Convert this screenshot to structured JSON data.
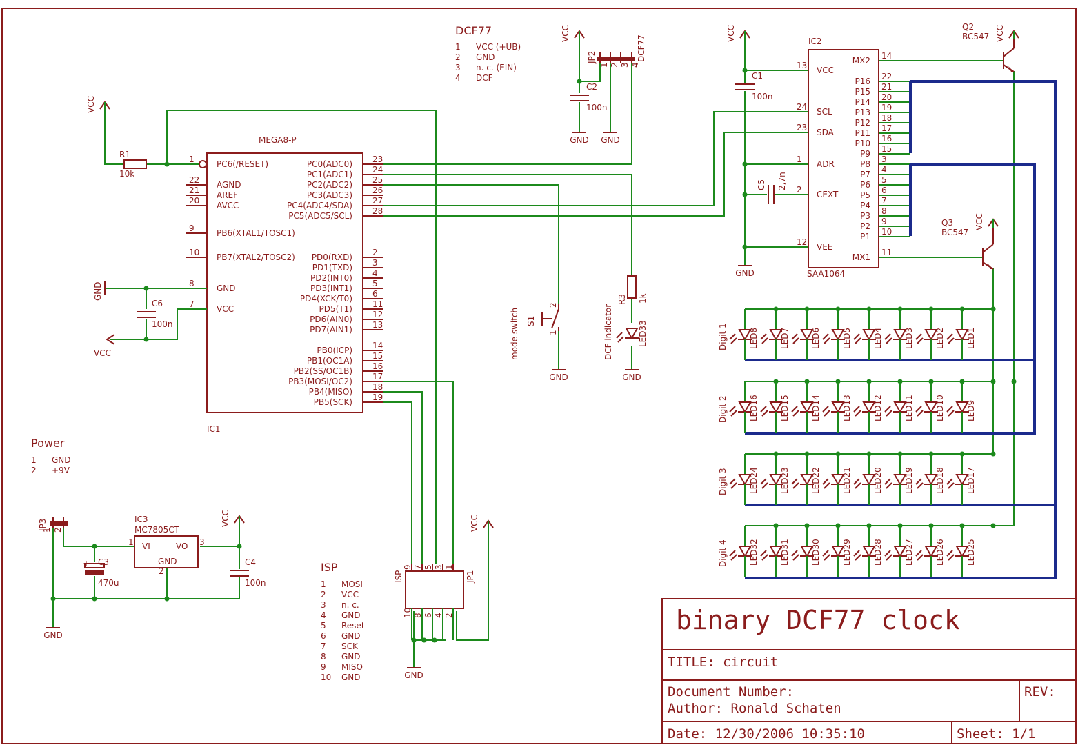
{
  "colors": {
    "wire": "#1c8a1c",
    "symbol": "#8b1c1c",
    "bus": "#1b2a8c"
  },
  "dcf77_legend": {
    "title": "DCF77",
    "items": [
      {
        "num": "1",
        "label": "VCC (+UB)"
      },
      {
        "num": "2",
        "label": "GND"
      },
      {
        "num": "3",
        "label": "n. c. (EIN)"
      },
      {
        "num": "4",
        "label": "DCF"
      }
    ]
  },
  "power_legend": {
    "title": "Power",
    "items": [
      {
        "num": "1",
        "label": "GND"
      },
      {
        "num": "2",
        "label": "+9V"
      }
    ]
  },
  "isp_legend": {
    "title": "ISP",
    "items": [
      {
        "num": "1",
        "label": "MOSI"
      },
      {
        "num": "2",
        "label": "VCC"
      },
      {
        "num": "3",
        "label": "n. c."
      },
      {
        "num": "4",
        "label": "GND"
      },
      {
        "num": "5",
        "label": "Reset"
      },
      {
        "num": "6",
        "label": "GND"
      },
      {
        "num": "7",
        "label": "SCK"
      },
      {
        "num": "8",
        "label": "GND"
      },
      {
        "num": "9",
        "label": "MISO"
      },
      {
        "num": "10",
        "label": "GND"
      }
    ]
  },
  "ic1": {
    "ref": "IC1",
    "value": "MEGA8-P",
    "left_pins": [
      {
        "num": "1",
        "name": "PC6(/RESET)"
      },
      {
        "num": "22",
        "name": "AGND"
      },
      {
        "num": "21",
        "name": "AREF"
      },
      {
        "num": "20",
        "name": "AVCC"
      },
      {
        "num": "9",
        "name": "PB6(XTAL1/TOSC1)"
      },
      {
        "num": "10",
        "name": "PB7(XTAL2/TOSC2)"
      },
      {
        "num": "8",
        "name": "GND"
      },
      {
        "num": "7",
        "name": "VCC"
      }
    ],
    "right_pins": [
      {
        "num": "23",
        "name": "PC0(ADC0)"
      },
      {
        "num": "24",
        "name": "PC1(ADC1)"
      },
      {
        "num": "25",
        "name": "PC2(ADC2)"
      },
      {
        "num": "26",
        "name": "PC3(ADC3)"
      },
      {
        "num": "27",
        "name": "PC4(ADC4/SDA)"
      },
      {
        "num": "28",
        "name": "PC5(ADC5/SCL)"
      },
      {
        "num": "2",
        "name": "PD0(RXD)"
      },
      {
        "num": "3",
        "name": "PD1(TXD)"
      },
      {
        "num": "4",
        "name": "PD2(INT0)"
      },
      {
        "num": "5",
        "name": "PD3(INT1)"
      },
      {
        "num": "6",
        "name": "PD4(XCK/T0)"
      },
      {
        "num": "11",
        "name": "PD5(T1)"
      },
      {
        "num": "12",
        "name": "PD6(AIN0)"
      },
      {
        "num": "13",
        "name": "PD7(AIN1)"
      },
      {
        "num": "14",
        "name": "PB0(ICP)"
      },
      {
        "num": "15",
        "name": "PB1(OC1A)"
      },
      {
        "num": "16",
        "name": "PB2(SS/OC1B)"
      },
      {
        "num": "17",
        "name": "PB3(MOSI/OC2)"
      },
      {
        "num": "18",
        "name": "PB4(MISO)"
      },
      {
        "num": "19",
        "name": "PB5(SCK)"
      }
    ]
  },
  "ic2": {
    "ref": "IC2",
    "value": "SAA1064",
    "left_pins": [
      {
        "num": "13",
        "name": "VCC"
      },
      {
        "num": "24",
        "name": "SCL"
      },
      {
        "num": "23",
        "name": "SDA"
      },
      {
        "num": "1",
        "name": "ADR"
      },
      {
        "num": "2",
        "name": "CEXT"
      },
      {
        "num": "12",
        "name": "VEE"
      }
    ],
    "right_pins": [
      {
        "num": "14",
        "name": "MX2"
      },
      {
        "num": "22",
        "name": "P16"
      },
      {
        "num": "21",
        "name": "P15"
      },
      {
        "num": "20",
        "name": "P14"
      },
      {
        "num": "19",
        "name": "P13"
      },
      {
        "num": "18",
        "name": "P12"
      },
      {
        "num": "17",
        "name": "P11"
      },
      {
        "num": "16",
        "name": "P10"
      },
      {
        "num": "15",
        "name": "P9"
      },
      {
        "num": "3",
        "name": "P8"
      },
      {
        "num": "4",
        "name": "P7"
      },
      {
        "num": "5",
        "name": "P6"
      },
      {
        "num": "6",
        "name": "P5"
      },
      {
        "num": "7",
        "name": "P4"
      },
      {
        "num": "8",
        "name": "P3"
      },
      {
        "num": "9",
        "name": "P2"
      },
      {
        "num": "10",
        "name": "P1"
      },
      {
        "num": "11",
        "name": "MX1"
      }
    ]
  },
  "ic3": {
    "ref": "IC3",
    "value": "MC7805CT",
    "vi": "VI",
    "vo": "VO",
    "gnd": "GND",
    "pin1": "1",
    "pin2": "2",
    "pin3": "3"
  },
  "parts": {
    "r1": {
      "ref": "R1",
      "value": "10k"
    },
    "r3": {
      "ref": "R3",
      "value": "1k"
    },
    "c1": {
      "ref": "C1",
      "value": "100n"
    },
    "c2": {
      "ref": "C2",
      "value": "100n"
    },
    "c3": {
      "ref": "C3",
      "value": "470u"
    },
    "c4": {
      "ref": "C4",
      "value": "100n"
    },
    "c5": {
      "ref": "C5",
      "value": "2,7n"
    },
    "c6": {
      "ref": "C6",
      "value": "100n"
    },
    "q2": {
      "ref": "Q2",
      "value": "BC547"
    },
    "q3": {
      "ref": "Q3",
      "value": "BC547"
    },
    "s1": {
      "ref": "S1",
      "label": "mode switch",
      "pin1": "1",
      "pin2": "2"
    },
    "led33": {
      "ref": "LED33",
      "label": "DCF indicator"
    },
    "jp1": {
      "ref": "JP1",
      "label": "ISP",
      "top_pins": [
        "9",
        "7",
        "5",
        "3",
        "1"
      ],
      "bottom_pins": [
        "10",
        "8",
        "6",
        "4",
        "2"
      ]
    },
    "jp2": {
      "ref": "JP2",
      "label": "DCF77",
      "pins": [
        "1",
        "2",
        "3",
        "4"
      ]
    },
    "jp3": {
      "ref": "JP3",
      "pin1": "1",
      "pin2": "2"
    }
  },
  "net": {
    "vcc": "VCC",
    "gnd": "GND"
  },
  "digits": [
    {
      "label": "Digit 1",
      "leds": [
        "LED8",
        "LED7",
        "LED6",
        "LED5",
        "LED4",
        "LED3",
        "LED2",
        "LED1"
      ]
    },
    {
      "label": "Digit 2",
      "leds": [
        "LED16",
        "LED15",
        "LED14",
        "LED13",
        "LED12",
        "LED11",
        "LED10",
        "LED9"
      ]
    },
    {
      "label": "Digit 3",
      "leds": [
        "LED24",
        "LED23",
        "LED22",
        "LED21",
        "LED20",
        "LED19",
        "LED18",
        "LED17"
      ]
    },
    {
      "label": "Digit 4",
      "leds": [
        "LED32",
        "LED31",
        "LED30",
        "LED29",
        "LED28",
        "LED27",
        "LED26",
        "LED25"
      ]
    }
  ],
  "title_block": {
    "main_title": "binary DCF77 clock",
    "title": "TITLE:  circuit",
    "doc_number": "Document Number:",
    "author": "Author: Ronald Schaten",
    "rev": "REV:",
    "date": "Date: 12/30/2006 10:35:10",
    "sheet": "Sheet: 1/1"
  }
}
